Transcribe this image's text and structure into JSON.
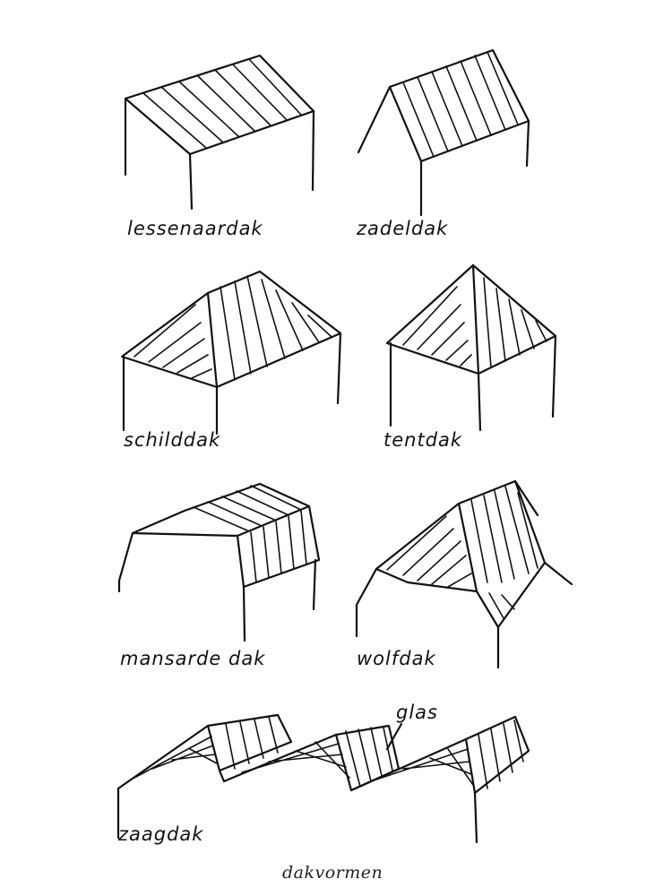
{
  "figure": {
    "caption": "dakvormen",
    "roofs": [
      {
        "key": "lessenaardak",
        "label": "lessenaardak"
      },
      {
        "key": "zadeldak",
        "label": "zadeldak"
      },
      {
        "key": "schilddak",
        "label": "schilddak"
      },
      {
        "key": "tentdak",
        "label": "tentdak"
      },
      {
        "key": "mansardedak",
        "label": "mansarde dak"
      },
      {
        "key": "wolfdak",
        "label": "wolfdak"
      },
      {
        "key": "zaagdak",
        "label": "zaagdak",
        "annotation": "glas"
      }
    ]
  }
}
